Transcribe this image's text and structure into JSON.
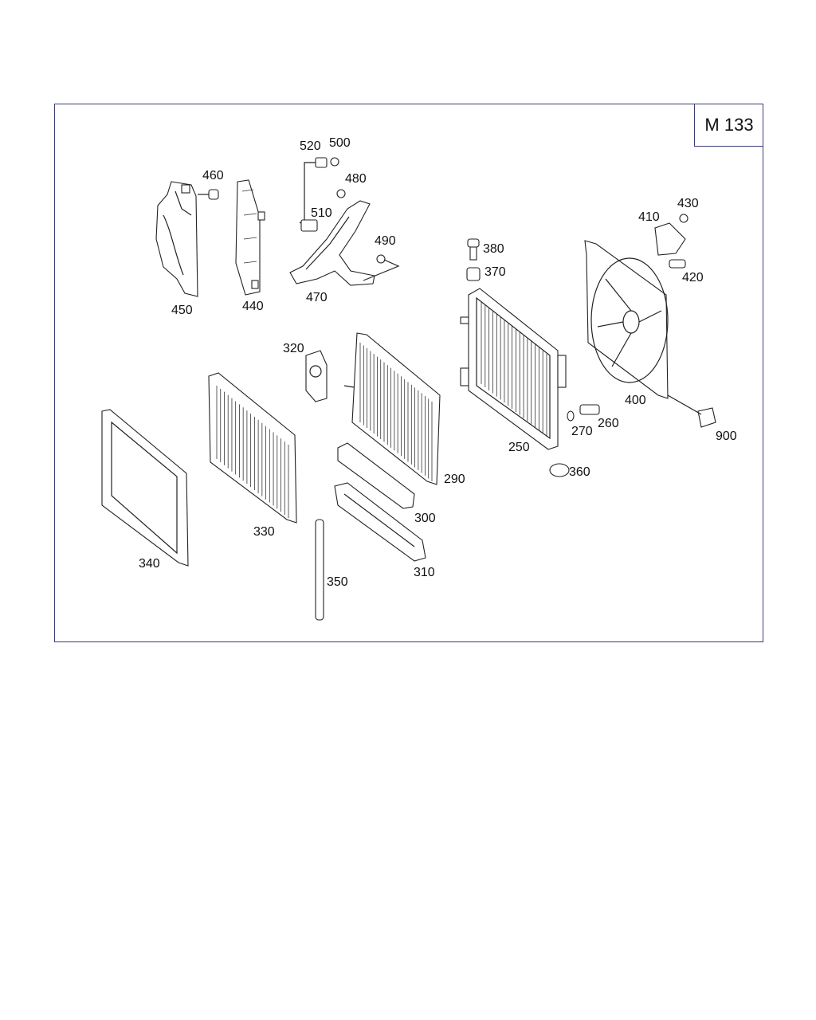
{
  "model_code": "M 133",
  "callouts": [
    {
      "id": "c450",
      "text": "450"
    },
    {
      "id": "c460",
      "text": "460"
    },
    {
      "id": "c440",
      "text": "440"
    },
    {
      "id": "c520",
      "text": "520"
    },
    {
      "id": "c500",
      "text": "500"
    },
    {
      "id": "c480",
      "text": "480"
    },
    {
      "id": "c510",
      "text": "510"
    },
    {
      "id": "c490",
      "text": "490"
    },
    {
      "id": "c470",
      "text": "470"
    },
    {
      "id": "c380",
      "text": "380"
    },
    {
      "id": "c370",
      "text": "370"
    },
    {
      "id": "c410",
      "text": "410"
    },
    {
      "id": "c430",
      "text": "430"
    },
    {
      "id": "c420",
      "text": "420"
    },
    {
      "id": "c400",
      "text": "400"
    },
    {
      "id": "c320",
      "text": "320"
    },
    {
      "id": "c250",
      "text": "250"
    },
    {
      "id": "c270",
      "text": "270"
    },
    {
      "id": "c260",
      "text": "260"
    },
    {
      "id": "c900",
      "text": "900"
    },
    {
      "id": "c360",
      "text": "360"
    },
    {
      "id": "c290",
      "text": "290"
    },
    {
      "id": "c300",
      "text": "300"
    },
    {
      "id": "c310",
      "text": "310"
    },
    {
      "id": "c330",
      "text": "330"
    },
    {
      "id": "c340",
      "text": "340"
    },
    {
      "id": "c350",
      "text": "350"
    }
  ]
}
